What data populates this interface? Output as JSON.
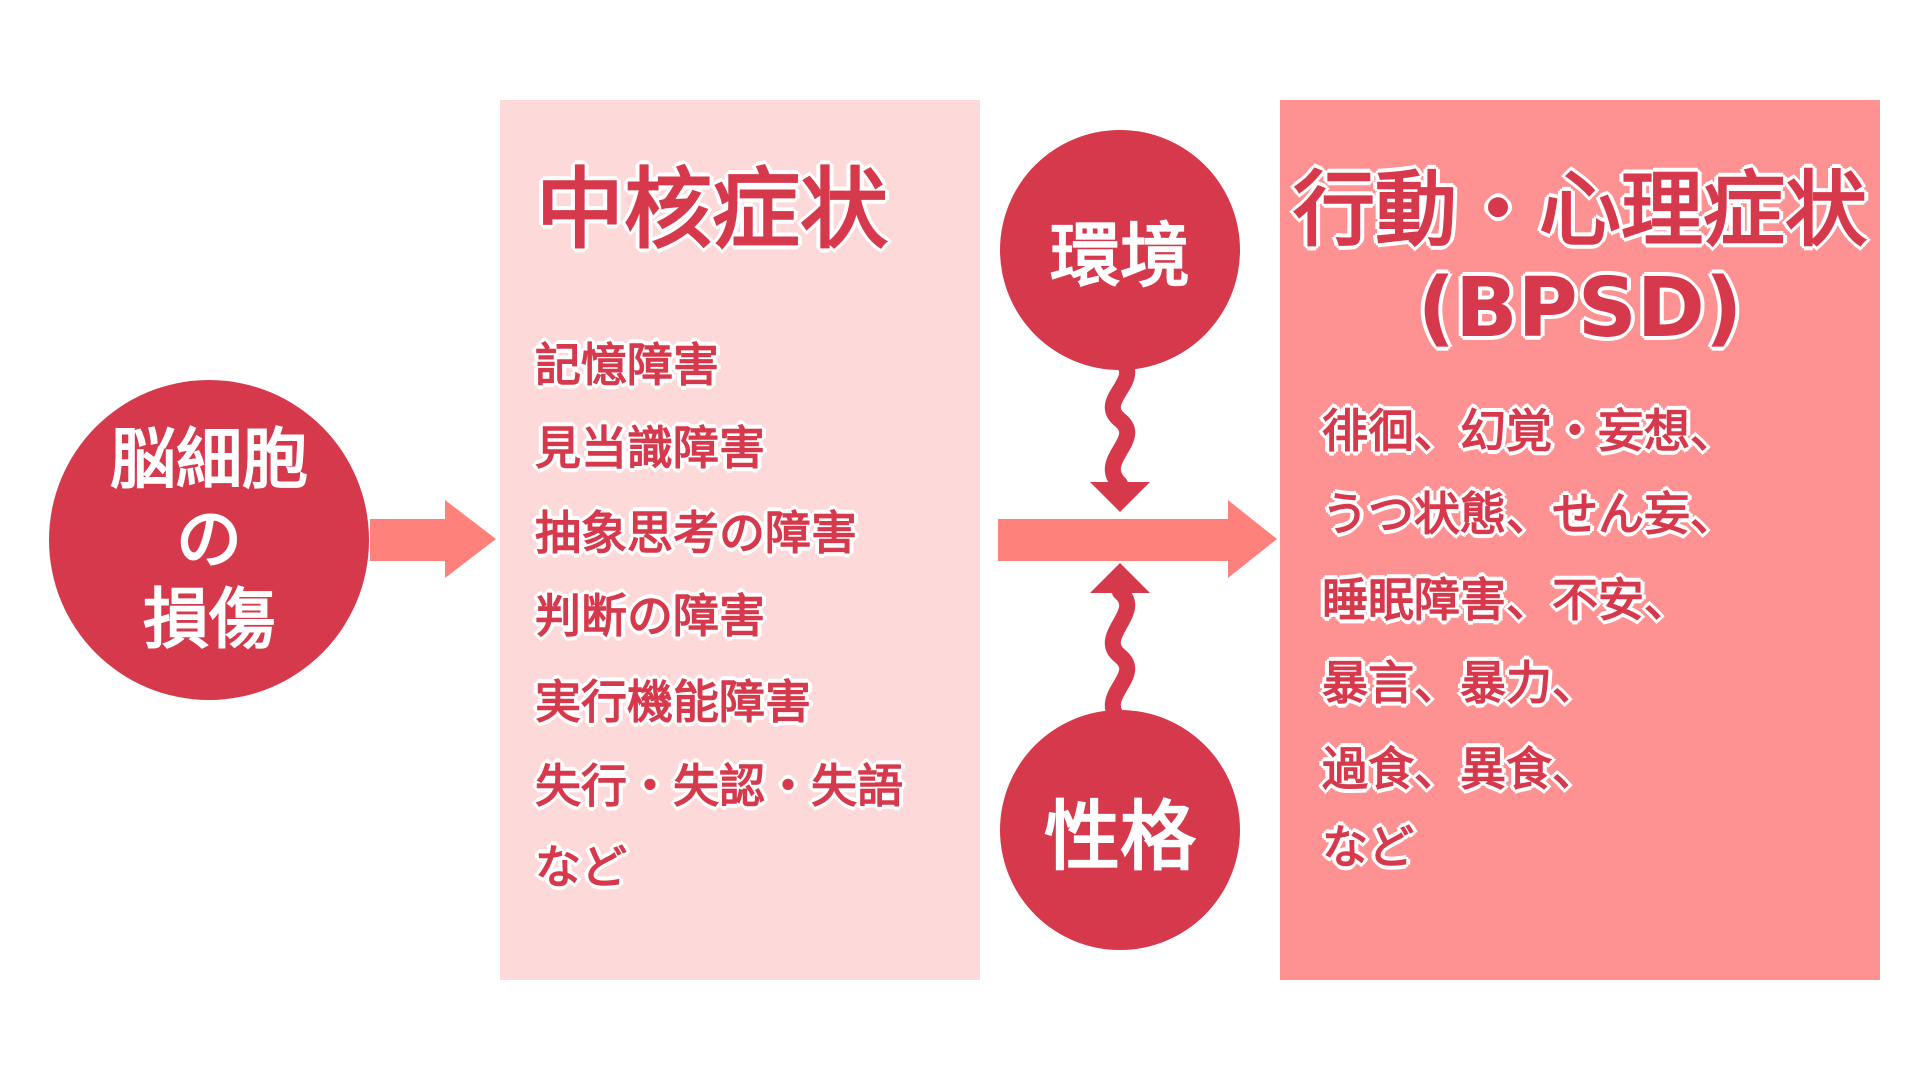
{
  "cause": {
    "lines": [
      "脳細胞",
      "の",
      "損傷"
    ]
  },
  "core": {
    "title": "中核症状",
    "items": [
      "記憶障害",
      "見当識障害",
      "抽象思考の障害",
      "判断の障害",
      "実行機能障害",
      "失行・失認・失語",
      "など"
    ]
  },
  "factors": {
    "environment": "環境",
    "personality": "性格"
  },
  "bpsd": {
    "title_line1": "行動・心理症状",
    "title_line2": "(BPSD)",
    "items": [
      "徘徊、幻覚・妄想、",
      "うつ状態、せん妄、",
      "睡眠障害、不安、",
      "暴言、暴力、",
      "過食、異食、",
      "など"
    ]
  },
  "colors": {
    "circle": "#d6394c",
    "core_bg": "#fdd9d9",
    "bpsd_bg": "#fe9292",
    "arrow": "#fe817c"
  }
}
